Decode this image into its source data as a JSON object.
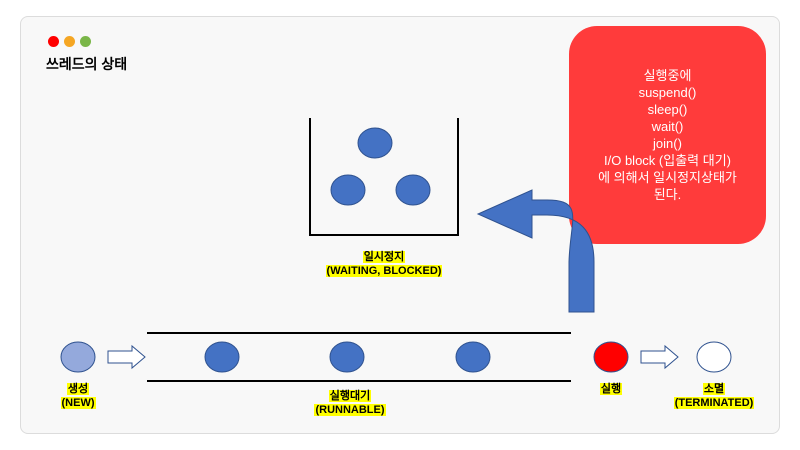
{
  "header": {
    "title": "쓰레드의 상태",
    "window_dots": [
      "#ff0000",
      "#f5a623",
      "#7ab648"
    ]
  },
  "callout": {
    "lines": [
      "실행중에",
      "suspend()",
      "sleep()",
      "wait()",
      "join()",
      "I/O block (입출력 대기)",
      "에 의해서 일시정지상태가",
      "된다."
    ],
    "color": "#ff3b3b"
  },
  "states": {
    "new": {
      "label": "생성",
      "sub": "(NEW)",
      "color": "#94a9dc"
    },
    "runnable": {
      "label": "실행대기",
      "sub": "(RUNNABLE)",
      "color": "#4472c4"
    },
    "running": {
      "label": "실행",
      "color": "#ff0000"
    },
    "terminated": {
      "label": "소멸",
      "sub": "(TERMINATED)",
      "color": "#ffffff"
    },
    "waiting": {
      "label": "일시정지",
      "sub": "(WAITING, BLOCKED)",
      "color": "#4472c4"
    }
  },
  "colors": {
    "highlight": "#ffff00",
    "arrow": "#4472c4"
  }
}
